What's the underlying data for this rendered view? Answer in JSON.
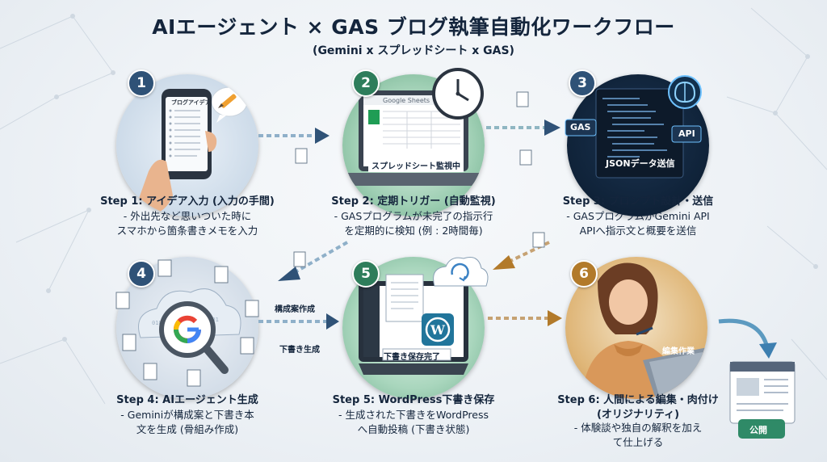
{
  "title": "AIエージェント × GAS ブログ執筆自動化ワークフロー",
  "subtitle": "(Gemini x スプレッドシート x GAS)",
  "steps": [
    {
      "number": "1",
      "title": "Step 1: アイデア入力 (入力の手間)",
      "lines": [
        "- 外出先など思いついた時に",
        "スマホから箇条書きメモを入力"
      ],
      "labels": {
        "phone": "ブログアイデア"
      }
    },
    {
      "number": "2",
      "title": "Step 2: 定期トリガー (自動監視)",
      "lines": [
        "- GASプログラムが未完了の指示行",
        "を定期的に検知 (例 : 2時間毎)"
      ],
      "labels": {
        "sheets": "Google Sheets",
        "monitor": "スプレッドシート監視中"
      }
    },
    {
      "number": "3",
      "title": "Step 3: プロンプト設計・送信",
      "lines": [
        "- GASプログラムがGemini API",
        "APIへ指示文と概要を送信"
      ],
      "labels": {
        "gas": "GAS",
        "api": "API",
        "json": "JSONデータ送信"
      }
    },
    {
      "number": "4",
      "title": "Step 4: AIエージェント生成",
      "lines": [
        "- Geminiが構成案と下書き本",
        "文を生成 (骨組み作成)"
      ],
      "labels": {
        "outline": "構成案作成",
        "draft": "下書き生成"
      }
    },
    {
      "number": "5",
      "title": "Step 5: WordPress下書き保存",
      "lines": [
        "- 生成された下書きをWordPress",
        "へ自動投稿 (下書き状態)"
      ],
      "labels": {
        "saved": "下書き保存完了"
      }
    },
    {
      "number": "6",
      "title": "Step 6: 人間による編集・肉付け",
      "title2": "(オリジナリティ)",
      "lines": [
        "- 体験談や独自の解釈を加え",
        "て仕上げる"
      ],
      "labels": {
        "editing": "編集作業",
        "publish": "公開"
      }
    }
  ],
  "colors": {
    "navy": "#2f5277",
    "green": "#2e7d5b",
    "gold": "#b27a2a",
    "publish_badge": "#2f8a67"
  },
  "icons": [
    "phone-icon",
    "pencil-bubble-icon",
    "clock-icon",
    "laptop-icon",
    "code-screen-icon",
    "brain-icon",
    "google-logo-icon",
    "magnifier-icon",
    "wordpress-icon",
    "cloud-sync-icon",
    "document-icon",
    "person-icon",
    "arrow-icon"
  ]
}
